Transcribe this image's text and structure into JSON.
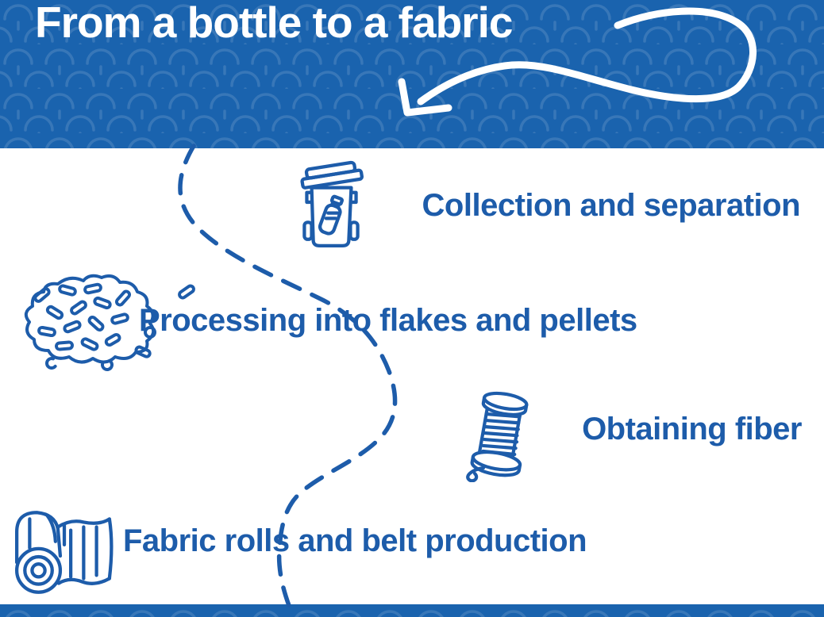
{
  "title": "From a bottle to a fabric",
  "colors": {
    "banner": "#1a63ae",
    "accent": "#1d5caa",
    "white": "#ffffff",
    "background": "#ffffff"
  },
  "steps": [
    {
      "id": 1,
      "icon": "recycling-bin-icon",
      "label": "Collection and separation"
    },
    {
      "id": 2,
      "icon": "flakes-and-pellets-icon",
      "label": "Processing into flakes and pellets"
    },
    {
      "id": 3,
      "icon": "thread-spool-icon",
      "label": "Obtaining fiber"
    },
    {
      "id": 4,
      "icon": "fabric-roll-icon",
      "label": "Fabric rolls and belt production"
    }
  ]
}
